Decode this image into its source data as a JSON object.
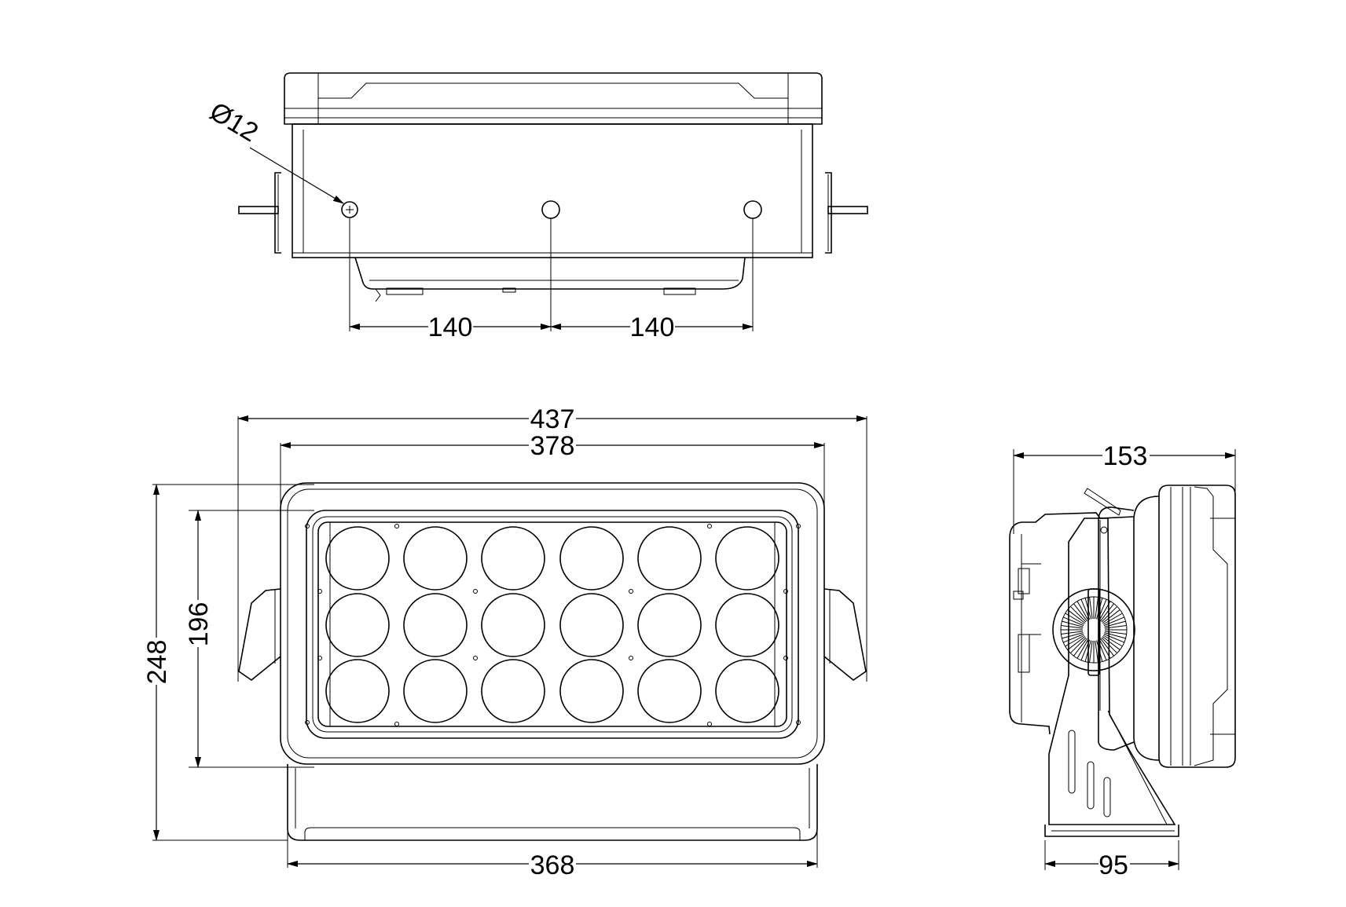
{
  "dimensions": {
    "hole_diameter": "Ø12",
    "hole_spacing_left": "140",
    "hole_spacing_right": "140",
    "overall_width": "437",
    "housing_width": "378",
    "base_width": "368",
    "overall_height": "248",
    "housing_height": "196",
    "side_depth": "153",
    "side_base_depth": "95"
  }
}
